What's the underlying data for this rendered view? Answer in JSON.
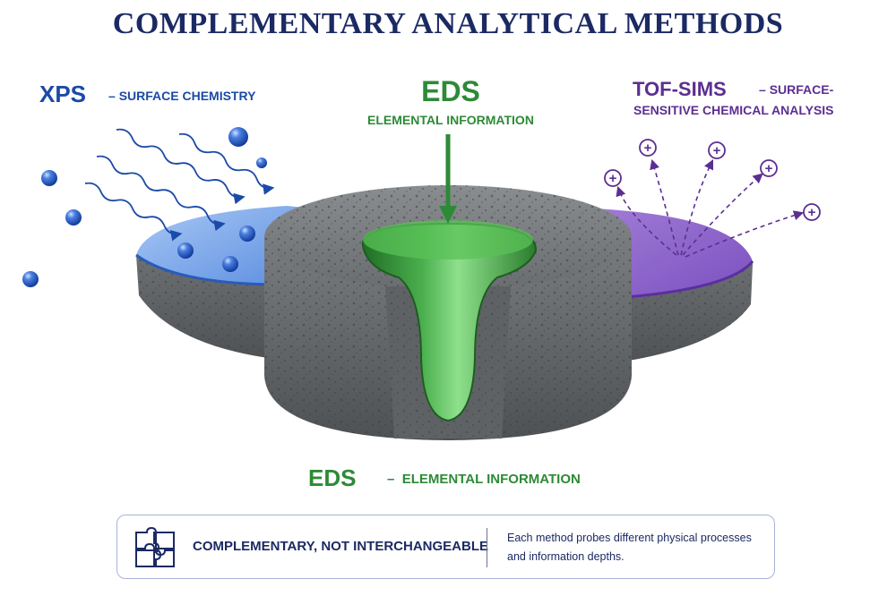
{
  "title": "COMPLEMENTARY ANALYTICAL METHODS",
  "methods": {
    "xps": {
      "name": "XPS",
      "dash": "–",
      "description": "SURFACE CHEMISTRY",
      "color": "#1b4aa8"
    },
    "eds": {
      "name": "EDS",
      "description": "ELEMENTAL INFORMATION",
      "color": "#2d8a36"
    },
    "tof_sims": {
      "name": "TOF-SIMS",
      "dash": "–",
      "description_line1": "SURFACE-",
      "description_line2": "SENSITIVE CHEMICAL ANALYSIS",
      "color": "#5c2e91"
    }
  },
  "bottom_label": {
    "name": "EDS",
    "dash": "–",
    "description": "ELEMENTAL INFORMATION"
  },
  "info_box": {
    "icon": "puzzle-icon",
    "heading": "COMPLEMENTARY, NOT INTERCHANGEABLE",
    "text": "Each method probes different physical processes and information depths."
  },
  "ion_symbol": "+"
}
